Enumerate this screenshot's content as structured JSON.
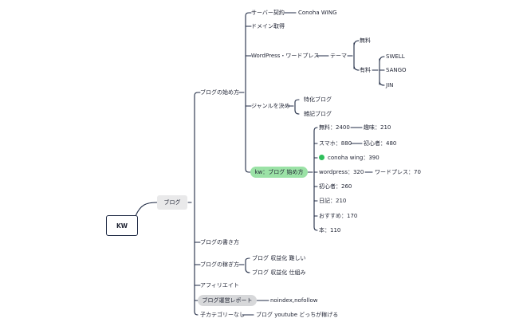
{
  "root": {
    "label": "KW"
  },
  "level1": {
    "label": "ブログ"
  },
  "blog_start": {
    "label": "ブログの始め方",
    "server": {
      "label": "サーバー契約",
      "child": "Conoha WING"
    },
    "domain": {
      "label": "ドメイン取得"
    },
    "wordpress": {
      "label": "WordPress・ワードプレス",
      "theme": "テーマ",
      "free": "無料",
      "paid": "有料",
      "paid_items": [
        "SWELL",
        "SANGO",
        "JIN"
      ]
    },
    "genre": {
      "label": "ジャンルを決め",
      "items": [
        "特化ブログ",
        "雑記ブログ"
      ]
    },
    "kw": {
      "label": "kw：ブログ 始め方",
      "items": [
        "無料：2400",
        "スマホ：880",
        "conoha wing：390",
        "wordpress：320",
        "初心者：260",
        "日記：210",
        "おすすめ：170",
        "本：110"
      ],
      "subs": [
        "趣味：210",
        "初心者：480",
        "ワードプレス：70"
      ]
    }
  },
  "blog_write": {
    "label": "ブログの書き方"
  },
  "blog_earn": {
    "label": "ブログの稼ぎ方",
    "items": [
      "ブログ 収益化 難しい",
      "ブログ 収益化 仕組み"
    ]
  },
  "affiliate": {
    "label": "アフィリエイト"
  },
  "report": {
    "label": "ブログ運営レポート",
    "child": "noindex,nofollow"
  },
  "no_category": {
    "label": "子カテゴリーなし",
    "child": "ブログ youtube どっちが稼げる"
  },
  "colors": {
    "line": "#1f2a44",
    "green_pill": "#9be2a6",
    "dot": "#2fbf5b",
    "gray_pill": "#e9e9ea"
  }
}
